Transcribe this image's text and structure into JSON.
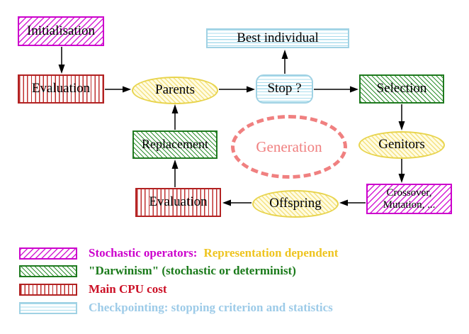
{
  "nodes": {
    "initialisation": "Initialisation",
    "evaluation_top": "Evaluation",
    "parents": "Parents",
    "best_individual": "Best individual",
    "stop": "Stop ?",
    "selection": "Selection",
    "replacement": "Replacement",
    "generation": "Generation",
    "genitors": "Genitors",
    "offspring": "Offspring",
    "evaluation_bottom": "Evaluation",
    "crossover_line1": "Crossover,",
    "crossover_line2": "Mutation, ..."
  },
  "legend": {
    "rows": [
      {
        "swatch": "magenta-hatch",
        "label": "Stochastic operators:",
        "label2": "Representation dependent"
      },
      {
        "swatch": "green-hatch",
        "label": "\"Darwinism\" (stochastic or determinist)"
      },
      {
        "swatch": "red-stripes",
        "label": "Main CPU cost"
      },
      {
        "swatch": "cyan-stripes",
        "label": "Checkpointing: stopping criterion and statistics"
      }
    ]
  },
  "colors": {
    "magenta": "#cc00cc",
    "green": "#1f7a1f",
    "red_stripe": "#b22222",
    "red_text": "#cc1026",
    "yellow_border": "#e8d44d",
    "yellow_fill": "#fffce3",
    "gold_text": "#eec41f",
    "cyan": "#a0d2e4",
    "blue_text": "#9dcbe8",
    "coral": "#f08080",
    "arrow": "#000000"
  }
}
